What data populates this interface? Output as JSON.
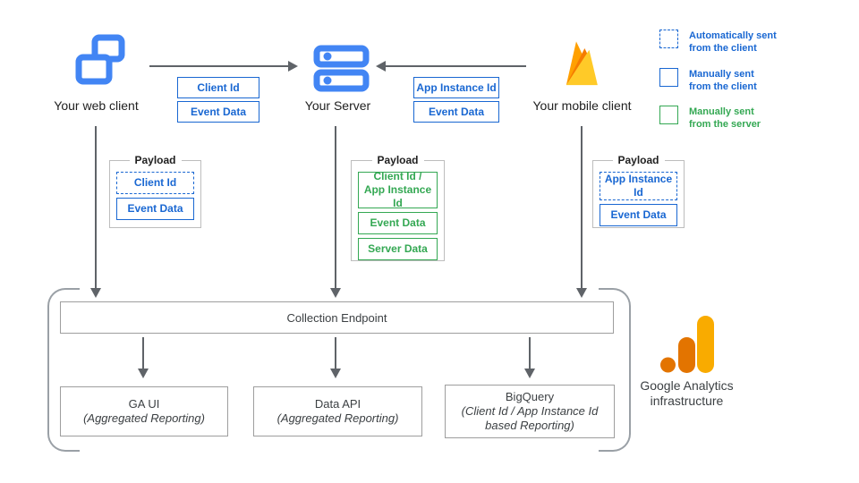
{
  "clients": {
    "web": {
      "label": "Your web client"
    },
    "server": {
      "label": "Your Server"
    },
    "mobile": {
      "label": "Your mobile client"
    }
  },
  "edge_labels": {
    "web_to_server": [
      "Client Id",
      "Event Data"
    ],
    "mobile_to_server": [
      "App Instance Id",
      "Event Data"
    ]
  },
  "legend": {
    "auto_client": "Automatically sent\nfrom the client",
    "manual_client": "Manually sent\nfrom the client",
    "manual_server": "Manually sent\nfrom the server"
  },
  "payloads": {
    "web": {
      "title": "Payload",
      "items": [
        "Client Id",
        "Event Data"
      ]
    },
    "server": {
      "title": "Payload",
      "items": [
        "Client Id /\nApp Instance Id",
        "Event Data",
        "Server Data"
      ]
    },
    "mobile": {
      "title": "Payload",
      "items": [
        "App Instance Id",
        "Event Data"
      ]
    }
  },
  "infrastructure": {
    "endpoint": "Collection Endpoint",
    "outputs": [
      {
        "title": "GA UI",
        "subtitle": "(Aggregated Reporting)"
      },
      {
        "title": "Data API",
        "subtitle": "(Aggregated Reporting)"
      },
      {
        "title": "BigQuery",
        "subtitle": "(Client Id / App Instance Id\nbased Reporting)"
      }
    ],
    "brand": "Google Analytics\ninfrastructure"
  },
  "icons": {
    "web_client": "overlapping-browser-windows",
    "server": "stacked-server-racks",
    "mobile_client": "firebase-flame",
    "google_analytics": "ga-bar-chart-logo"
  },
  "colors": {
    "blue": "#1967D2",
    "green": "#34A853",
    "icon_blue": "#4285F4",
    "arrow_gray": "#5F6368",
    "box_border_gray": "#9E9E9E",
    "bracket_gray": "#9AA0A6",
    "ga_orange": "#E37400",
    "ga_yellow": "#F9AB00",
    "firebase_amber": "#FFA000",
    "firebase_orange": "#F57C00",
    "firebase_yellow": "#FFCA28"
  }
}
